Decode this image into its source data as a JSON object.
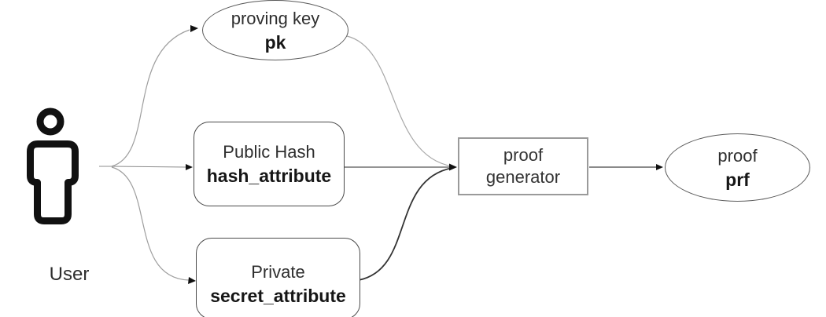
{
  "user": {
    "label": "User",
    "icon": "person-icon"
  },
  "nodes": {
    "proving_key": {
      "line1": "proving key",
      "line2": "pk",
      "shape": "ellipse"
    },
    "public_hash": {
      "line1": "Public Hash",
      "line2": "hash_attribute",
      "shape": "rounded-rect"
    },
    "private_attribute": {
      "line1": "Private",
      "line2": "secret_attribute",
      "shape": "rounded-rect"
    },
    "proof_generator": {
      "line1": "proof",
      "line2": "generator",
      "shape": "rect"
    },
    "proof_output": {
      "line1": "proof",
      "line2": "prf",
      "shape": "ellipse"
    }
  },
  "flow": {
    "from_user": [
      "proving_key",
      "public_hash",
      "private_attribute"
    ],
    "into_generator": [
      "proving_key",
      "public_hash",
      "private_attribute"
    ],
    "generator_to": "proof_output"
  },
  "colors": {
    "background": "#ffffff",
    "text": "#2e2e2e",
    "text_bold": "#161616",
    "ellipse_border": "#5a5a5a",
    "rounded_box_border": "#4a4a4a",
    "generator_border": "#9a9a9a",
    "connector_light": "#a0a0a0",
    "connector_medium": "#666666",
    "connector_dark": "#333333",
    "arrowhead": "#111111",
    "icon": "#111111"
  }
}
